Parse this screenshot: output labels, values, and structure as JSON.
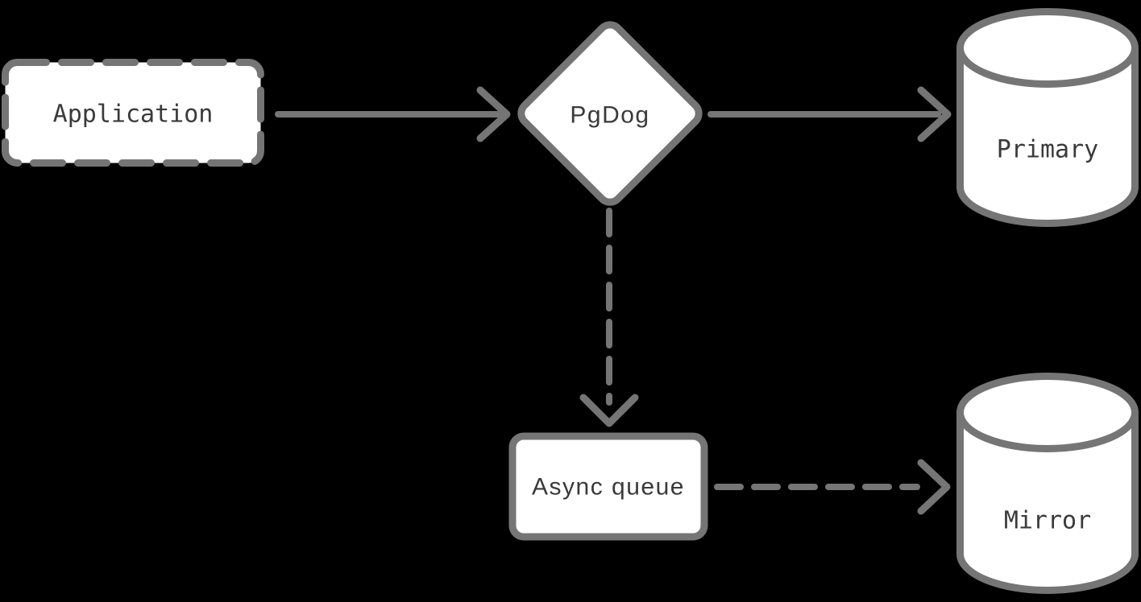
{
  "colors": {
    "background": "#000000",
    "shape_fill": "#ffffff",
    "stroke_gray": "#757575",
    "label_color": "#3a3a3a"
  },
  "nodes": {
    "application": {
      "label": "Application",
      "shape": "dashed-rectangle"
    },
    "pgdog": {
      "label": "PgDog",
      "shape": "decision-diamond"
    },
    "primary": {
      "label": "Primary",
      "shape": "database-cylinder"
    },
    "async_queue": {
      "label": "Async queue",
      "shape": "rectangle"
    },
    "mirror": {
      "label": "Mirror",
      "shape": "database-cylinder"
    }
  },
  "edges": [
    {
      "from": "Application",
      "to": "PgDog",
      "style": "solid-arrow"
    },
    {
      "from": "PgDog",
      "to": "Primary",
      "style": "solid-arrow"
    },
    {
      "from": "PgDog",
      "to": "Async queue",
      "style": "dashed-arrow"
    },
    {
      "from": "Async queue",
      "to": "Mirror",
      "style": "dashed-arrow"
    }
  ]
}
